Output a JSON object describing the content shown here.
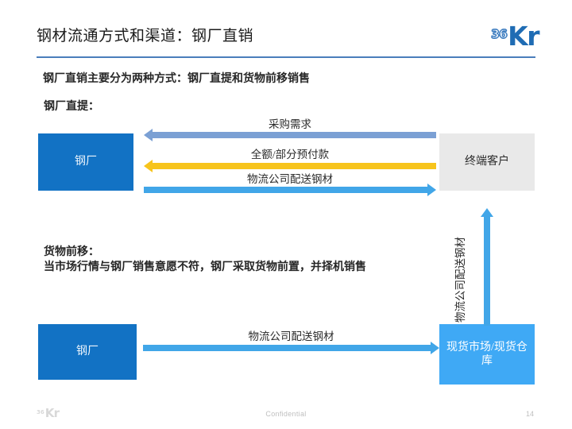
{
  "header": {
    "title": "钢材流通方式和渠道：钢厂直销",
    "rule_color": "#4a7ebb",
    "logo": {
      "mark": "36",
      "word": "Kr",
      "color": "#1f6cb4"
    }
  },
  "body": {
    "intro_line": "钢厂直销主要分为两种方式：钢厂直提和货物前移销售",
    "section_one_label": "钢厂直提：",
    "section_two_label": "货物前移：",
    "section_two_desc": "当市场行情与钢厂销售意愿不符，钢厂采取货物前置，并择机销售"
  },
  "diagram_top": {
    "nodes": [
      {
        "id": "mill",
        "label": "钢厂",
        "fill": "#1272C4",
        "text_color": "#eaf3fb"
      },
      {
        "id": "customer",
        "label": "终端客户",
        "fill": "#e9e9e9",
        "text_color": "#2b2b2b"
      }
    ],
    "flows": [
      {
        "id": "demand",
        "label": "采购需求",
        "direction": "left",
        "color": "#7ba0d4"
      },
      {
        "id": "payment",
        "label": "全额/部分预付款",
        "direction": "left",
        "color": "#F7C41C"
      },
      {
        "id": "delivery",
        "label": "物流公司配送钢材",
        "direction": "right",
        "color": "#41A6E8"
      }
    ]
  },
  "diagram_bottom": {
    "nodes": [
      {
        "id": "mill",
        "label": "钢厂",
        "fill": "#1272C4",
        "text_color": "#eaf3fb"
      },
      {
        "id": "spot-market",
        "label": "现货市场/现货仓库",
        "fill": "#3FA9F5",
        "text_color": "#ffffff"
      }
    ],
    "flows": [
      {
        "id": "delivery-horizontal",
        "label": "物流公司配送钢材",
        "direction": "right",
        "color": "#41A6E8"
      },
      {
        "id": "delivery-vertical",
        "label": "物流公司配送钢材",
        "direction": "up",
        "color": "#41A6E8"
      }
    ]
  },
  "footer": {
    "logo_mark": "36",
    "logo_word": "Kr",
    "confidential": "Confidential",
    "page_number": "14"
  }
}
